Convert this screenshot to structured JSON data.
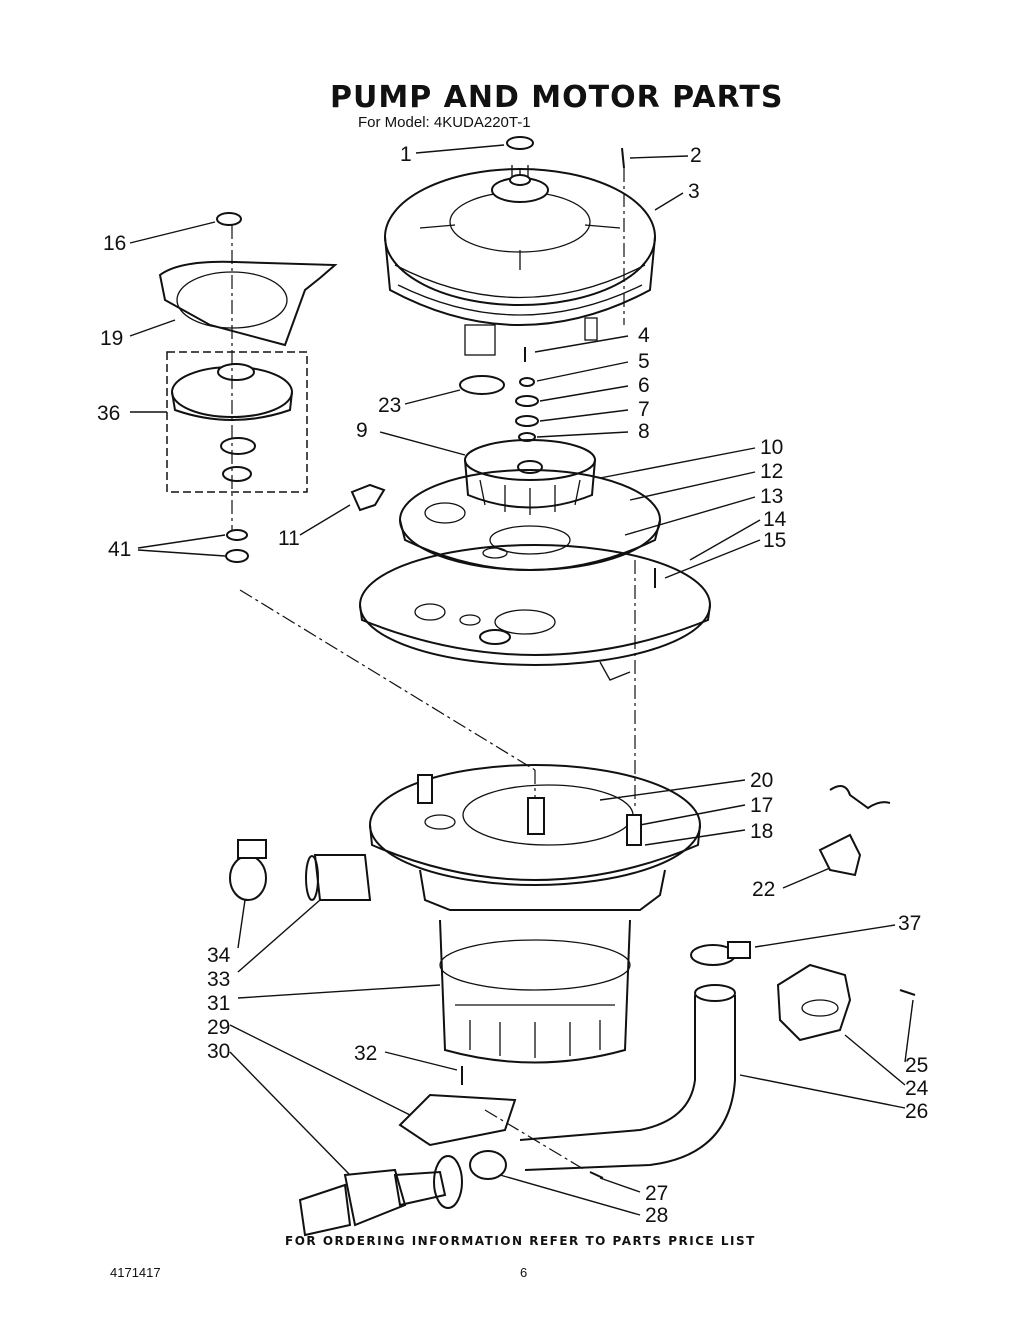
{
  "title": "PUMP AND MOTOR PARTS",
  "subtitle": "For Model: 4KUDA220T-1",
  "footer": "FOR ORDERING INFORMATION REFER TO PARTS PRICE LIST",
  "doc_number": "4171417",
  "page_number": "6",
  "callouts": {
    "c1": "1",
    "c2": "2",
    "c3": "3",
    "c4": "4",
    "c5": "5",
    "c6": "6",
    "c7": "7",
    "c8": "8",
    "c9": "9",
    "c10": "10",
    "c11": "11",
    "c12": "12",
    "c13": "13",
    "c14": "14",
    "c15": "15",
    "c16": "16",
    "c17": "17",
    "c18": "18",
    "c19": "19",
    "c20": "20",
    "c22": "22",
    "c23": "23",
    "c24": "24",
    "c25": "25",
    "c26": "26",
    "c27": "27",
    "c28": "28",
    "c29": "29",
    "c30": "30",
    "c31": "31",
    "c32": "32",
    "c33": "33",
    "c34": "34",
    "c36": "36",
    "c37": "37",
    "c41": "41"
  }
}
